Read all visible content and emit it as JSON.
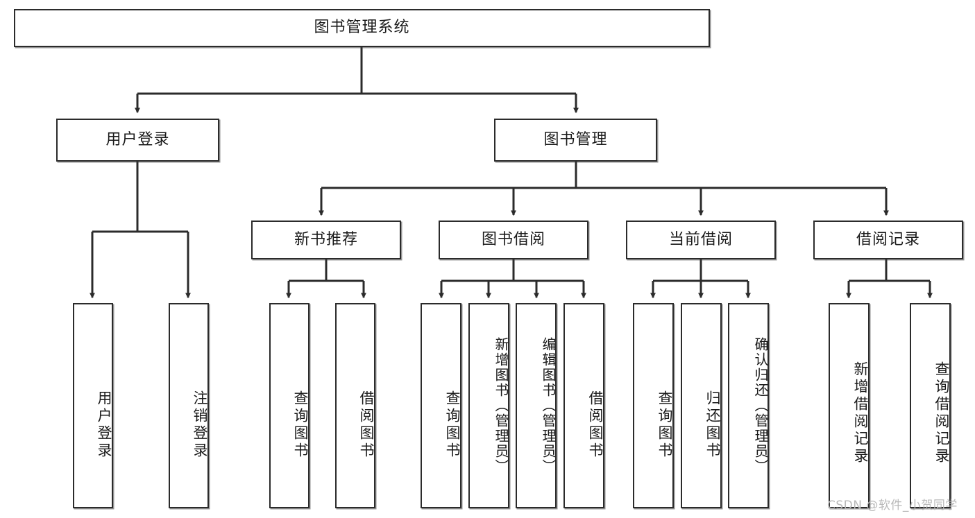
{
  "diagram": {
    "title": "图书管理系统",
    "type": "tree-hierarchy",
    "orientation": "top-down",
    "colors": {
      "box_border": "#2b2b2b",
      "box_fill": "#ffffff",
      "connector": "#2b2b2b",
      "watermark": "#b9b9b9",
      "background": "#ffffff"
    }
  },
  "root": {
    "label": "图书管理系统"
  },
  "level2": [
    {
      "label": "用户登录"
    },
    {
      "label": "图书管理"
    }
  ],
  "level3": [
    {
      "label": "新书推荐"
    },
    {
      "label": "图书借阅"
    },
    {
      "label": "当前借阅"
    },
    {
      "label": "借阅记录"
    }
  ],
  "leaves": {
    "user_login": [
      {
        "label": "用户登录"
      },
      {
        "label": "注销登录"
      }
    ],
    "new_book_recommend": [
      {
        "label": "查询图书"
      },
      {
        "label": "借阅图书"
      }
    ],
    "book_borrow": [
      {
        "label": "查询图书"
      },
      {
        "label": "新增图书（管理员）"
      },
      {
        "label": "编辑图书（管理员）"
      },
      {
        "label": "借阅图书"
      }
    ],
    "current_borrow": [
      {
        "label": "查询图书"
      },
      {
        "label": "归还图书"
      },
      {
        "label": "确认归还（管理员）"
      }
    ],
    "borrow_records": [
      {
        "label": "新增借阅记录"
      },
      {
        "label": "查询借阅记录"
      }
    ]
  },
  "watermark": {
    "text": "CSDN @软件_小贺同学"
  }
}
